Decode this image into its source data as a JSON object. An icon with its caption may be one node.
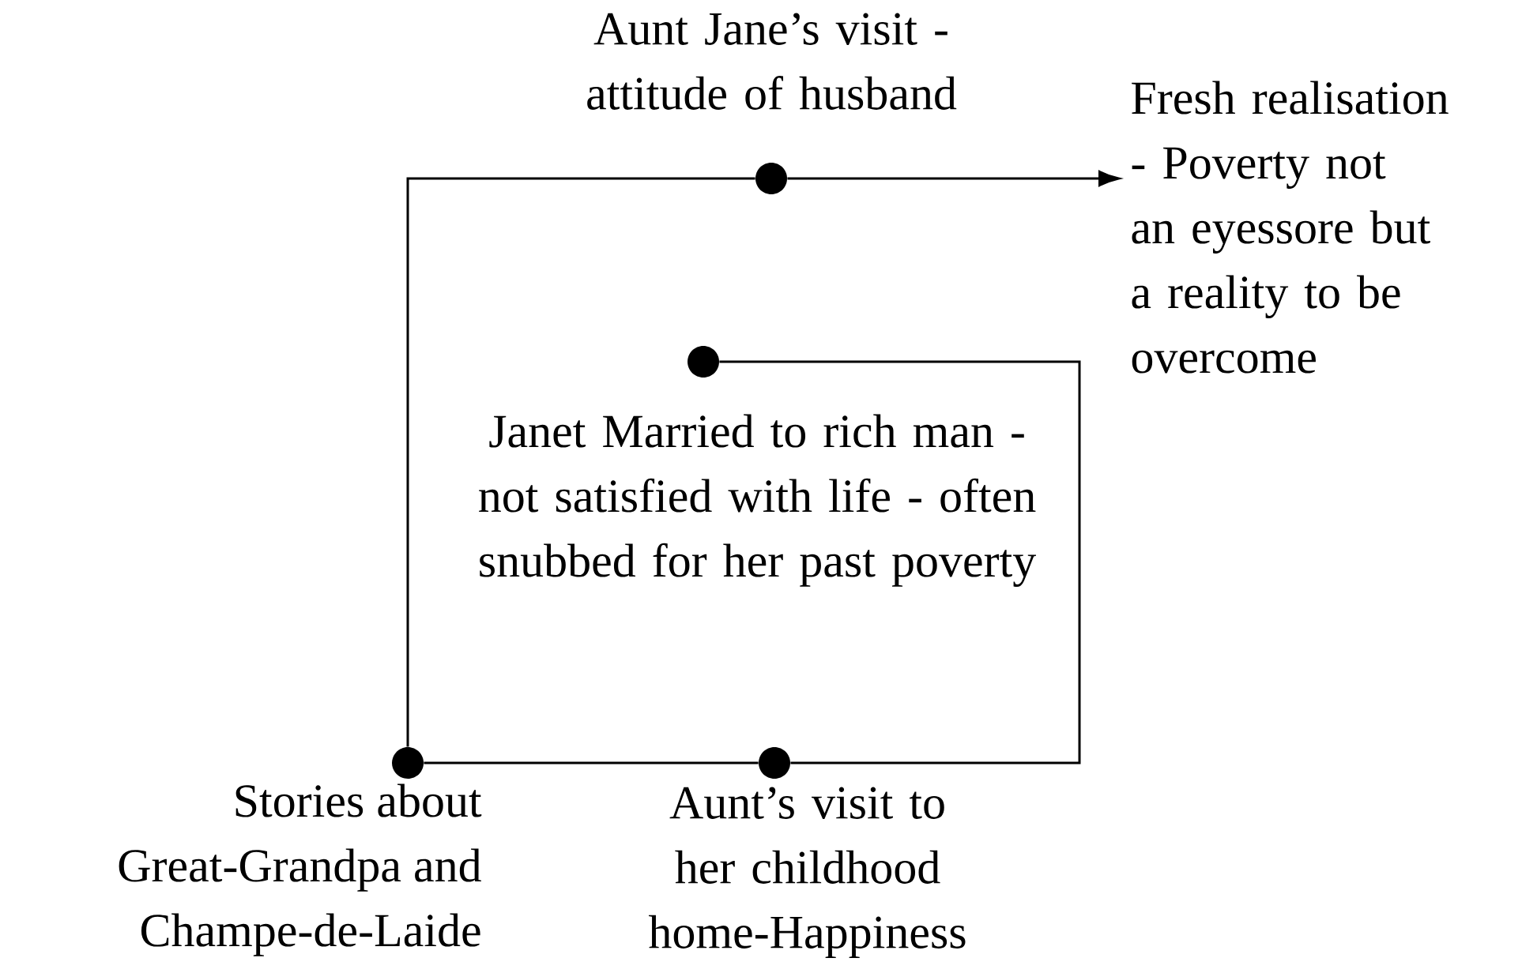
{
  "diagram": {
    "nodes": [
      {
        "text": [],
        "shape": "circle",
        "beside": [
          "Aunt Jane’s visit - attitude of husband"
        ]
      },
      {
        "text": [
          "Fresh realisation - Poverty not an eyessore but a reality to be overcome"
        ]
      },
      {
        "text": [],
        "shape": "circle",
        "beside": [
          "Janet Married to rich man - not satisfied with life - often snubbed for her past poverty"
        ]
      },
      {
        "text": [],
        "shape": "circle",
        "beside": [
          "Stories about Great-Grandpa and Champe-de-Laide"
        ]
      },
      {
        "text": [],
        "shape": "circle",
        "beside": [
          "Aunt’s visit to her childhood home-Happiness"
        ]
      }
    ],
    "edges": [
      {
        "from": 2,
        "to": 4,
        "arrow": "none"
      },
      {
        "from": 4,
        "to": 3,
        "arrow": "none"
      },
      {
        "from": 3,
        "to": 0,
        "arrow": "none"
      },
      {
        "from": 0,
        "to": 1,
        "arrow": "to"
      }
    ]
  }
}
